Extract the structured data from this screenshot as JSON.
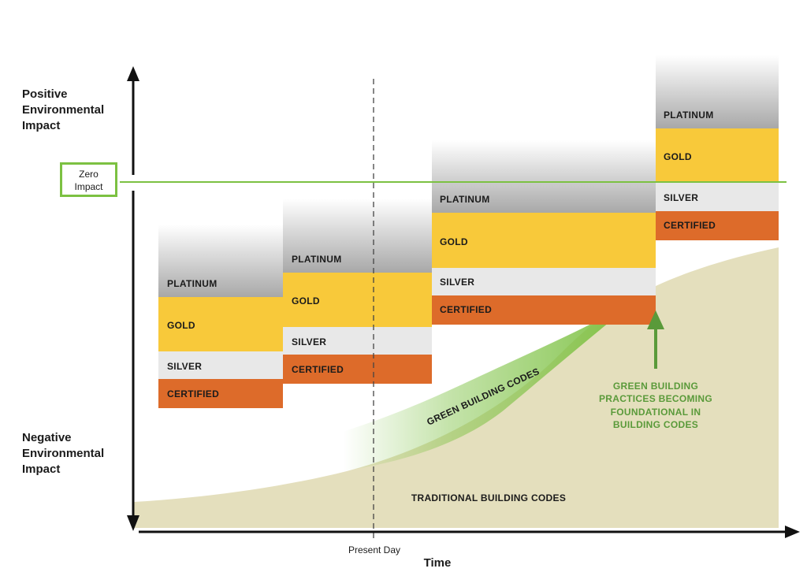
{
  "axes": {
    "y_top_label": [
      "Positive",
      "Environmental",
      "Impact"
    ],
    "y_bottom_label": [
      "Negative",
      "Environmental",
      "Impact"
    ],
    "x_label": "Time",
    "zero_label": [
      "Zero",
      "Impact"
    ],
    "present_label": "Present Day"
  },
  "tiers": [
    "PLATINUM",
    "GOLD",
    "SILVER",
    "CERTIFIED"
  ],
  "steps": [
    {
      "tiers": [
        "PLATINUM",
        "GOLD",
        "SILVER",
        "CERTIFIED"
      ]
    },
    {
      "tiers": [
        "PLATINUM",
        "GOLD",
        "SILVER",
        "CERTIFIED"
      ]
    },
    {
      "tiers": [
        "PLATINUM",
        "GOLD",
        "SILVER",
        "CERTIFIED"
      ]
    },
    {
      "tiers": [
        "PLATINUM",
        "GOLD",
        "SILVER",
        "CERTIFIED"
      ]
    }
  ],
  "regions": {
    "traditional": "TRADITIONAL BUILDING CODES",
    "green_codes": "GREEN BUILDING CODES"
  },
  "annotation": [
    "GREEN BUILDING",
    "PRACTICES BECOMING",
    "FOUNDATIONAL IN",
    "BUILDING CODES"
  ],
  "colors": {
    "platinum_gradient": [
      "#ffffff",
      "#a8a8a8"
    ],
    "gold": "#f8c93a",
    "silver": "#e8e8e8",
    "certified": "#dd6b2a",
    "green_line": "#7cc142",
    "green_codes": "#7cc142",
    "traditional_fill": "#e4dfbd",
    "annotation_green": "#5a9a3a"
  }
}
